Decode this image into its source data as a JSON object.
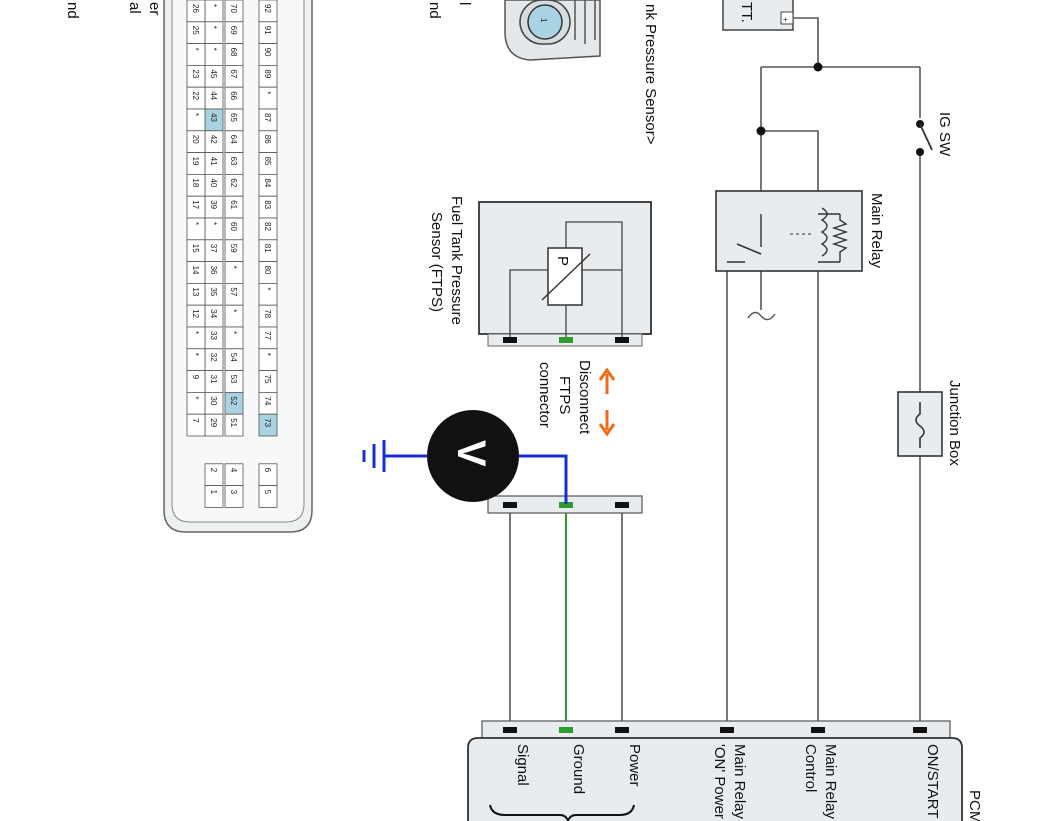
{
  "legend": {
    "items": [
      {
        "text": "er",
        "color": "#111111"
      },
      {
        "text": "al",
        "color": "#111111"
      },
      {
        "text": "nd",
        "color": "#2a9d2a"
      }
    ]
  },
  "connector": {
    "rows": [
      [
        "92",
        "91",
        "90",
        "89",
        "*",
        "87",
        "86",
        "85",
        "84",
        "83",
        "82",
        "81",
        "80",
        "*",
        "78",
        "77",
        "*",
        "75",
        "74",
        "73",
        "",
        "6",
        "5"
      ],
      [
        "70",
        "69",
        "68",
        "67",
        "66",
        "65",
        "64",
        "63",
        "62",
        "61",
        "60",
        "59",
        "*",
        "57",
        "*",
        "*",
        "54",
        "53",
        "52",
        "51",
        "",
        "4",
        "3"
      ],
      [
        "*",
        "*",
        "*",
        "45",
        "44",
        "43",
        "42",
        "41",
        "40",
        "39",
        "*",
        "37",
        "36",
        "35",
        "34",
        "33",
        "32",
        "31",
        "30",
        "29",
        "",
        "2",
        "1"
      ],
      [
        "26",
        "25",
        "*",
        "23",
        "22",
        "*",
        "20",
        "19",
        "18",
        "17",
        "*",
        "15",
        "14",
        "13",
        "12",
        "*",
        "*",
        "9",
        "*",
        "7",
        "",
        "",
        ""
      ]
    ],
    "highlighted": [
      "43",
      "52",
      "73"
    ]
  },
  "ftps_top": {
    "fragment_label": "nk Pressure Sensor>",
    "fragment_left": "l",
    "fragment_left_green": "nd",
    "pin_label": "1"
  },
  "batt": {
    "label": "TT.",
    "plus": "+"
  },
  "switch": {
    "label": "IG SW"
  },
  "relay": {
    "label": "Main Relay"
  },
  "junction": {
    "label": "Junction Box"
  },
  "ftps": {
    "title_line1": "Fuel Tank Pressure",
    "title_line2": "Sensor (FTPS)",
    "p_label": "P"
  },
  "disconnect": {
    "line1": "Disconnect",
    "line2": "FTPS",
    "line3": "connector"
  },
  "meter": {
    "label": "V"
  },
  "pcm": {
    "title": "PCM",
    "pins": [
      {
        "text": "Signal",
        "color": "#111111"
      },
      {
        "text": "Ground",
        "color": "#2a9d2a"
      },
      {
        "text": "Power",
        "color": "#111111"
      },
      {
        "text": "Main Relay",
        "color": "#111111"
      },
      {
        "text": "'ON' Power",
        "color": "#111111"
      },
      {
        "text": "Main Relay",
        "color": "#111111"
      },
      {
        "text": "Control",
        "color": "#111111"
      },
      {
        "text": "ON/START",
        "color": "#111111"
      }
    ]
  },
  "colors": {
    "wire": "#555555",
    "ground_wire": "#2a9d2a",
    "probe_wire": "#1a2fd0",
    "arrow": "#f06a1c",
    "highlight": "#a9d3e3",
    "box_fill": "#e9ecee"
  }
}
